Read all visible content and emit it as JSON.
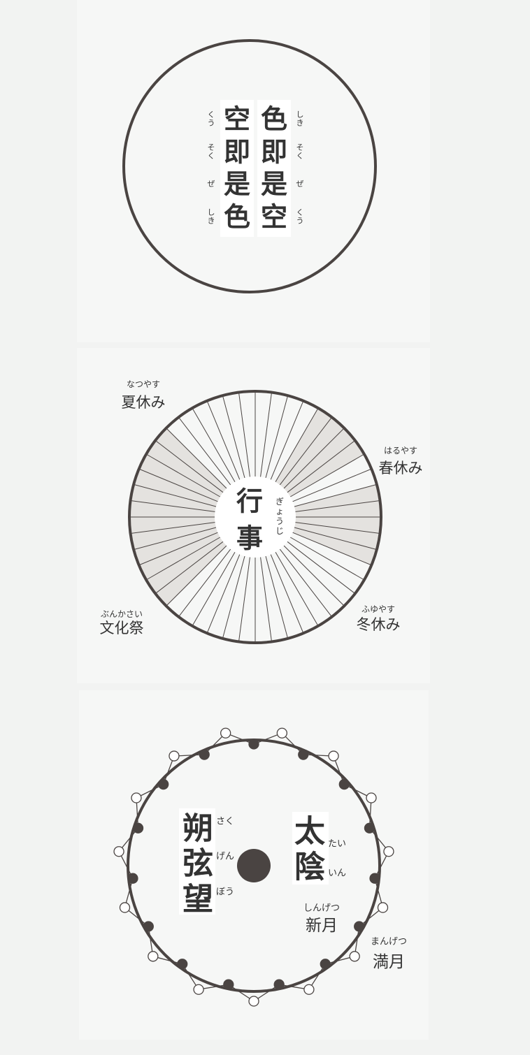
{
  "colors": {
    "background": "#f2f3f2",
    "panel": "#f6f7f6",
    "ink": "#4a4442",
    "text": "#333333",
    "shade": "#e4e2df",
    "white": "#ffffff"
  },
  "panel1": {
    "lines": [
      [
        {
          "c": "色",
          "r": "しき"
        },
        {
          "c": "即",
          "r": "そく"
        },
        {
          "c": "是",
          "r": "ぜ"
        },
        {
          "c": "空",
          "r": "くう"
        }
      ],
      [
        {
          "c": "空",
          "r": "くう"
        },
        {
          "c": "即",
          "r": "そく"
        },
        {
          "c": "是",
          "r": "ぜ"
        },
        {
          "c": "色",
          "r": "しき"
        }
      ]
    ]
  },
  "panel2": {
    "center": {
      "c1": "行",
      "c2": "事",
      "ruby": "ぎょうじ"
    },
    "shaded_sectors": [
      {
        "name": "summer",
        "start": 128,
        "end": 138
      },
      {
        "name": "spring",
        "start": 57,
        "end": 62
      },
      {
        "name": "winter",
        "start": 30,
        "end": 34
      },
      {
        "name": "festival",
        "start": 16,
        "end": 20
      }
    ],
    "labels": {
      "summer": {
        "ruby": "なつやす",
        "text": "夏休み"
      },
      "spring": {
        "ruby": "はるやす",
        "text": "春休み"
      },
      "festival": {
        "ruby": "ぶんかさい",
        "text": "文化祭"
      },
      "winter": {
        "ruby": "ふゆやす",
        "text": "冬休み"
      }
    }
  },
  "panel3": {
    "left": {
      "chars": [
        "朔",
        "弦",
        "望"
      ],
      "ruby": [
        "さく",
        "げん",
        "ぼう"
      ]
    },
    "right": {
      "chars": [
        "太",
        "陰"
      ],
      "ruby": [
        "たい",
        "いん"
      ]
    },
    "new_moon": {
      "ruby": "しんげつ",
      "text": "新月"
    },
    "full_moon": {
      "ruby": "まんげつ",
      "text": "満月"
    },
    "moon_phases": 30
  }
}
